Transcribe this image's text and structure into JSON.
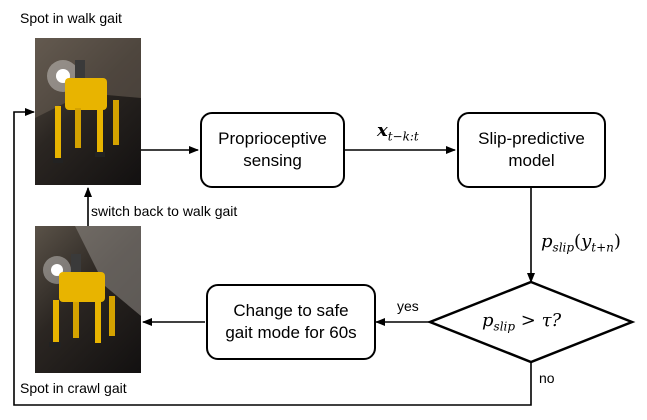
{
  "walk_caption": "Spot in walk gait",
  "crawl_caption": "Spot in crawl gait",
  "switch_label": "switch back to walk gait",
  "proprio_box": {
    "line1": "Proprioceptive",
    "line2": "sensing"
  },
  "slip_box": {
    "line1": "Slip-predictive",
    "line2": "model"
  },
  "change_box": {
    "line1": "Change to safe",
    "line2": "gait mode for 60s"
  },
  "x_label": {
    "base": "x",
    "sub": "t−k:t"
  },
  "p_label": {
    "base": "p",
    "sub": "slip",
    "arg_open": "(",
    "arg_base": "y",
    "arg_sub": "t+n",
    "arg_close": ")"
  },
  "decision": {
    "base": "p",
    "sub": "slip",
    "rest": " > τ?"
  },
  "yes_label": "yes",
  "no_label": "no",
  "colors": {
    "line": "#000000",
    "robot": "#e8b400",
    "light": "#ffffff"
  }
}
